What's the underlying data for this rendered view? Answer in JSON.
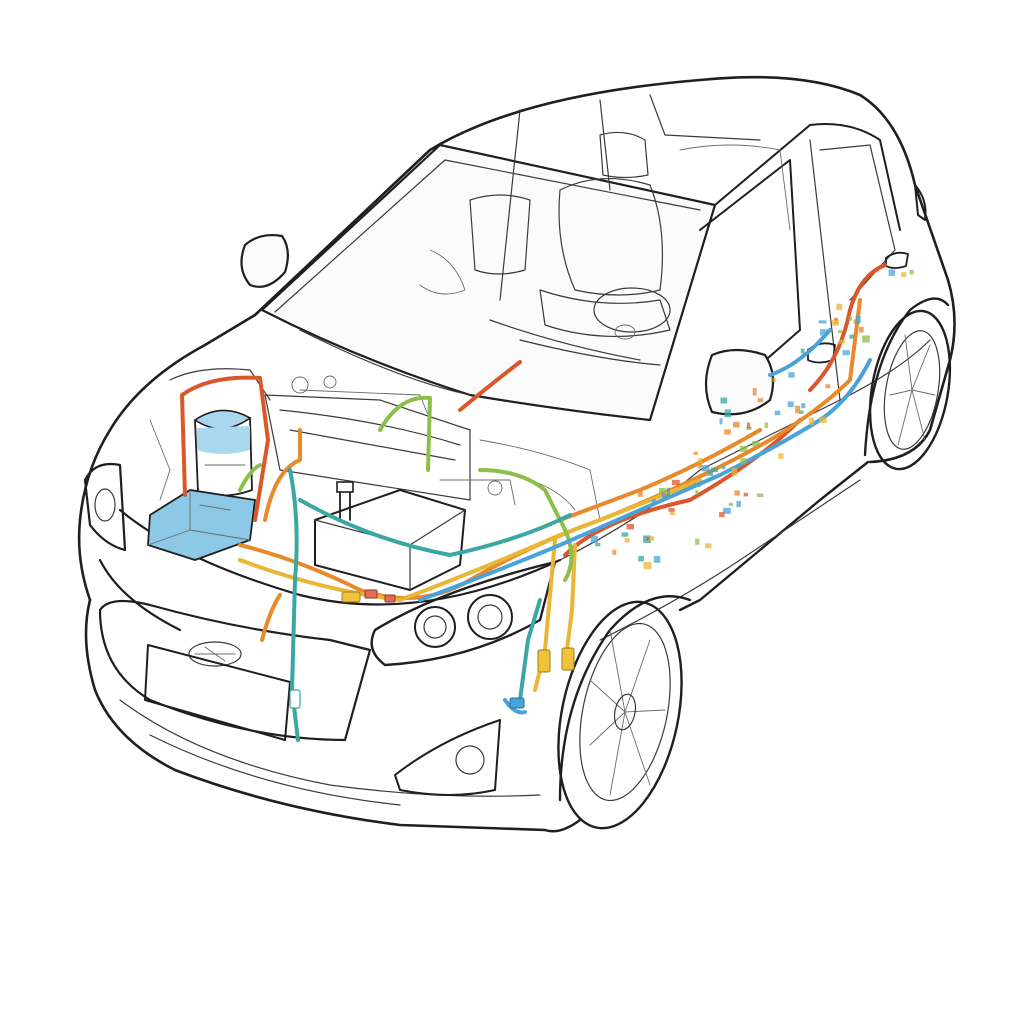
{
  "illustration": {
    "subject": "car-wiring-harness-cutaway",
    "background_color": "#ffffff",
    "line_color": "#1f1f1f"
  },
  "colors": {
    "wire_orange": "#e8892a",
    "wire_red": "#d9572b",
    "wire_yellow": "#e9b635",
    "wire_green": "#8cbf4a",
    "wire_teal": "#3aa7a3",
    "wire_blue": "#4aa3d8",
    "battery_fill": "#8cc9e6",
    "reservoir_fill": "#a9d8ee",
    "connector_yellow": "#f0c23a"
  },
  "components": [
    {
      "name": "car-body",
      "color_key": "line_color"
    },
    {
      "name": "windshield",
      "color_key": "line_color"
    },
    {
      "name": "side-mirror-left",
      "color_key": "line_color"
    },
    {
      "name": "side-mirror-right",
      "color_key": "line_color"
    },
    {
      "name": "front-seats",
      "color_key": "line_color"
    },
    {
      "name": "steering-wheel",
      "color_key": "line_color"
    },
    {
      "name": "engine-bay",
      "color_key": "line_color"
    },
    {
      "name": "coolant-reservoir",
      "color_key": "reservoir_fill"
    },
    {
      "name": "fuse-box",
      "color_key": "battery_fill"
    },
    {
      "name": "battery",
      "color_key": "line_color"
    },
    {
      "name": "headlight-left",
      "color_key": "line_color"
    },
    {
      "name": "headlight-right",
      "color_key": "line_color"
    },
    {
      "name": "front-grille",
      "color_key": "line_color"
    },
    {
      "name": "license-plate",
      "color_key": "line_color"
    },
    {
      "name": "fog-light",
      "color_key": "line_color"
    },
    {
      "name": "front-wheel",
      "color_key": "line_color"
    },
    {
      "name": "rear-wheel",
      "color_key": "line_color"
    },
    {
      "name": "wiring-harness",
      "color_key": "wire_orange"
    },
    {
      "name": "door-wiring",
      "color_key": "wire_blue"
    }
  ]
}
